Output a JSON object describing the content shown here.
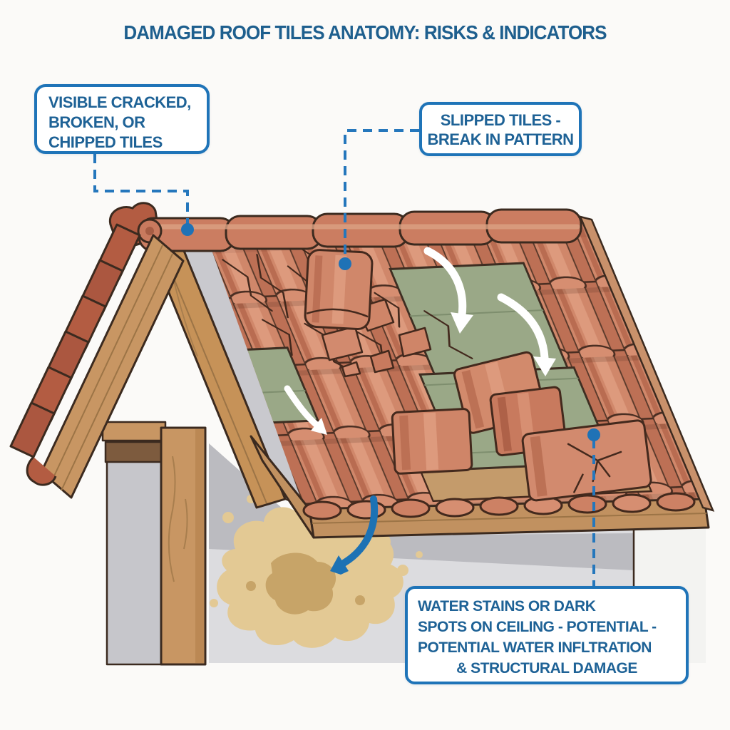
{
  "title": {
    "text": "DAMAGED ROOF TILES ANATOMY: RISKS & INDICATORS"
  },
  "callouts": {
    "cracked": {
      "lines": [
        "VISIBLE CRACKED,",
        "BROKEN, OR",
        "CHIPPED TILES"
      ]
    },
    "slipped": {
      "lines": [
        "SLIPPED TILES -",
        "BREAK IN PATTERN"
      ]
    },
    "water": {
      "lines": [
        "WATER STAINS OR DARK",
        "SPOTS ON CEILING - POTENTIAL -",
        "POTENTIAL WATER INFLTRATION",
        "& STRUCTURAL DAMAGE"
      ]
    }
  },
  "colors": {
    "accent_blue": "#1f74b8",
    "title_blue": "#1e5f8e",
    "leader_blue": "#2577bc",
    "tile_salmon": "#d0876a",
    "tile_dark": "#b35c42",
    "wood_tan": "#c89663",
    "underlayment_green": "#9aa887",
    "wall_gray": "#dcdcdf",
    "stain_tan": "#e3c994",
    "stain_core": "#c7a468",
    "outline": "#3b2a1f"
  }
}
